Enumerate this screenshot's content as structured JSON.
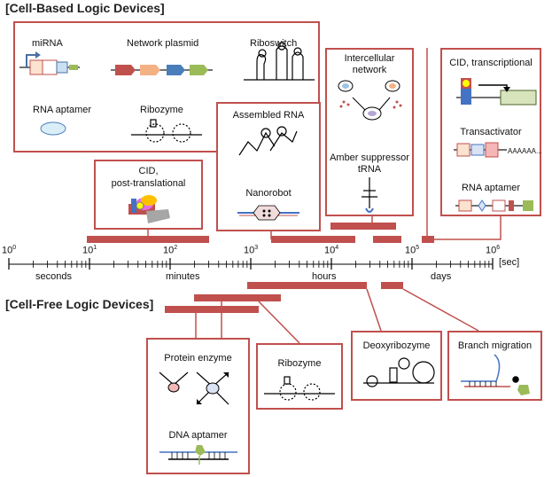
{
  "headings": {
    "cell_based": "[Cell-Based Logic Devices]",
    "cell_free": "[Cell-Free Logic Devices]"
  },
  "cell_based": {
    "mirna": "miRNA",
    "network_plasmid": "Network plasmid",
    "riboswitch": "Riboswitch",
    "rna_aptamer": "RNA aptamer",
    "ribozyme": "Ribozyme",
    "cid_post_line1": "CID,",
    "cid_post_line2": "post-translational",
    "assembled_rna": "Assembled RNA",
    "nanorobot": "Nanorobot",
    "intercellular_line1": "Intercellular",
    "intercellular_line2": "network",
    "amber_line1": "Amber suppressor",
    "amber_line2": "tRNA",
    "cid_transcriptional": "CID, transcriptional",
    "transactivator": "Transactivator",
    "rna_aptamer_2": "RNA aptamer",
    "poly_a": "AAAAAA..."
  },
  "cell_free": {
    "protein_enzyme": "Protein enzyme",
    "dna_aptamer": "DNA aptamer",
    "ribozyme": "Ribozyme",
    "deoxyribozyme": "Deoxyribozyme",
    "branch_migration": "Branch migration"
  },
  "axis": {
    "ticks": [
      {
        "base": "10",
        "exp": "0"
      },
      {
        "base": "10",
        "exp": "1"
      },
      {
        "base": "10",
        "exp": "2"
      },
      {
        "base": "10",
        "exp": "3"
      },
      {
        "base": "10",
        "exp": "4"
      },
      {
        "base": "10",
        "exp": "5"
      },
      {
        "base": "10",
        "exp": "6"
      }
    ],
    "unit": "[sec]",
    "time_names": [
      "seconds",
      "minutes",
      "hours",
      "days"
    ]
  },
  "colors": {
    "accent": "#c0504d",
    "axis": "#000000"
  }
}
